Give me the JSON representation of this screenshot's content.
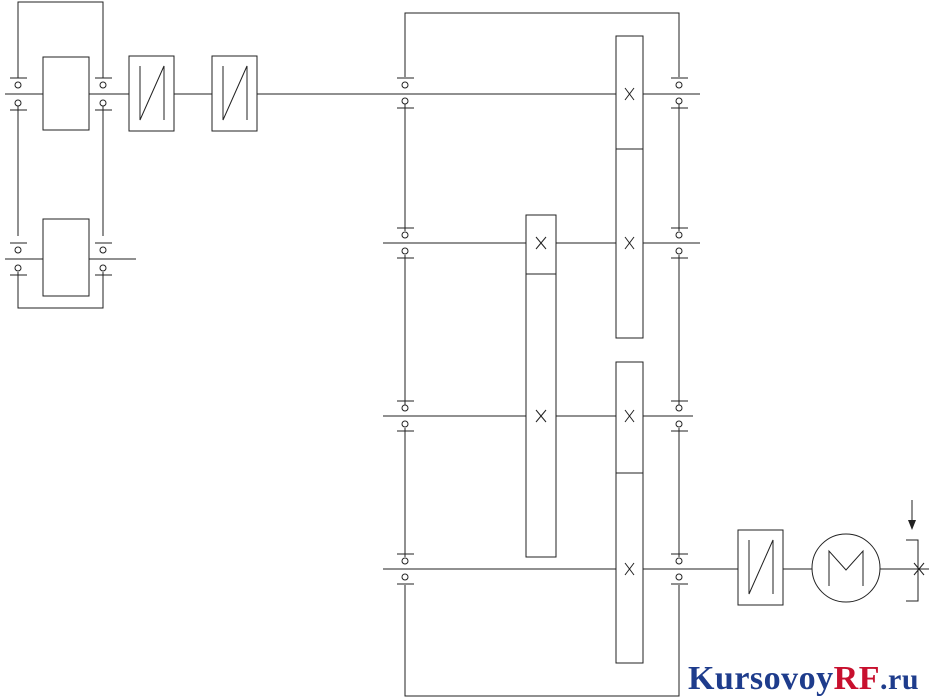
{
  "watermark": {
    "part1": "Kursovoy",
    "part2": "RF",
    "part3": ".ru",
    "color_primary": "#1e3c8c",
    "color_accent": "#c8102e"
  },
  "diagram": {
    "kind": "kinematic-scheme",
    "components": [
      "bearing",
      "gear",
      "coupling",
      "electric-motor",
      "shaft",
      "output-shaft"
    ]
  }
}
